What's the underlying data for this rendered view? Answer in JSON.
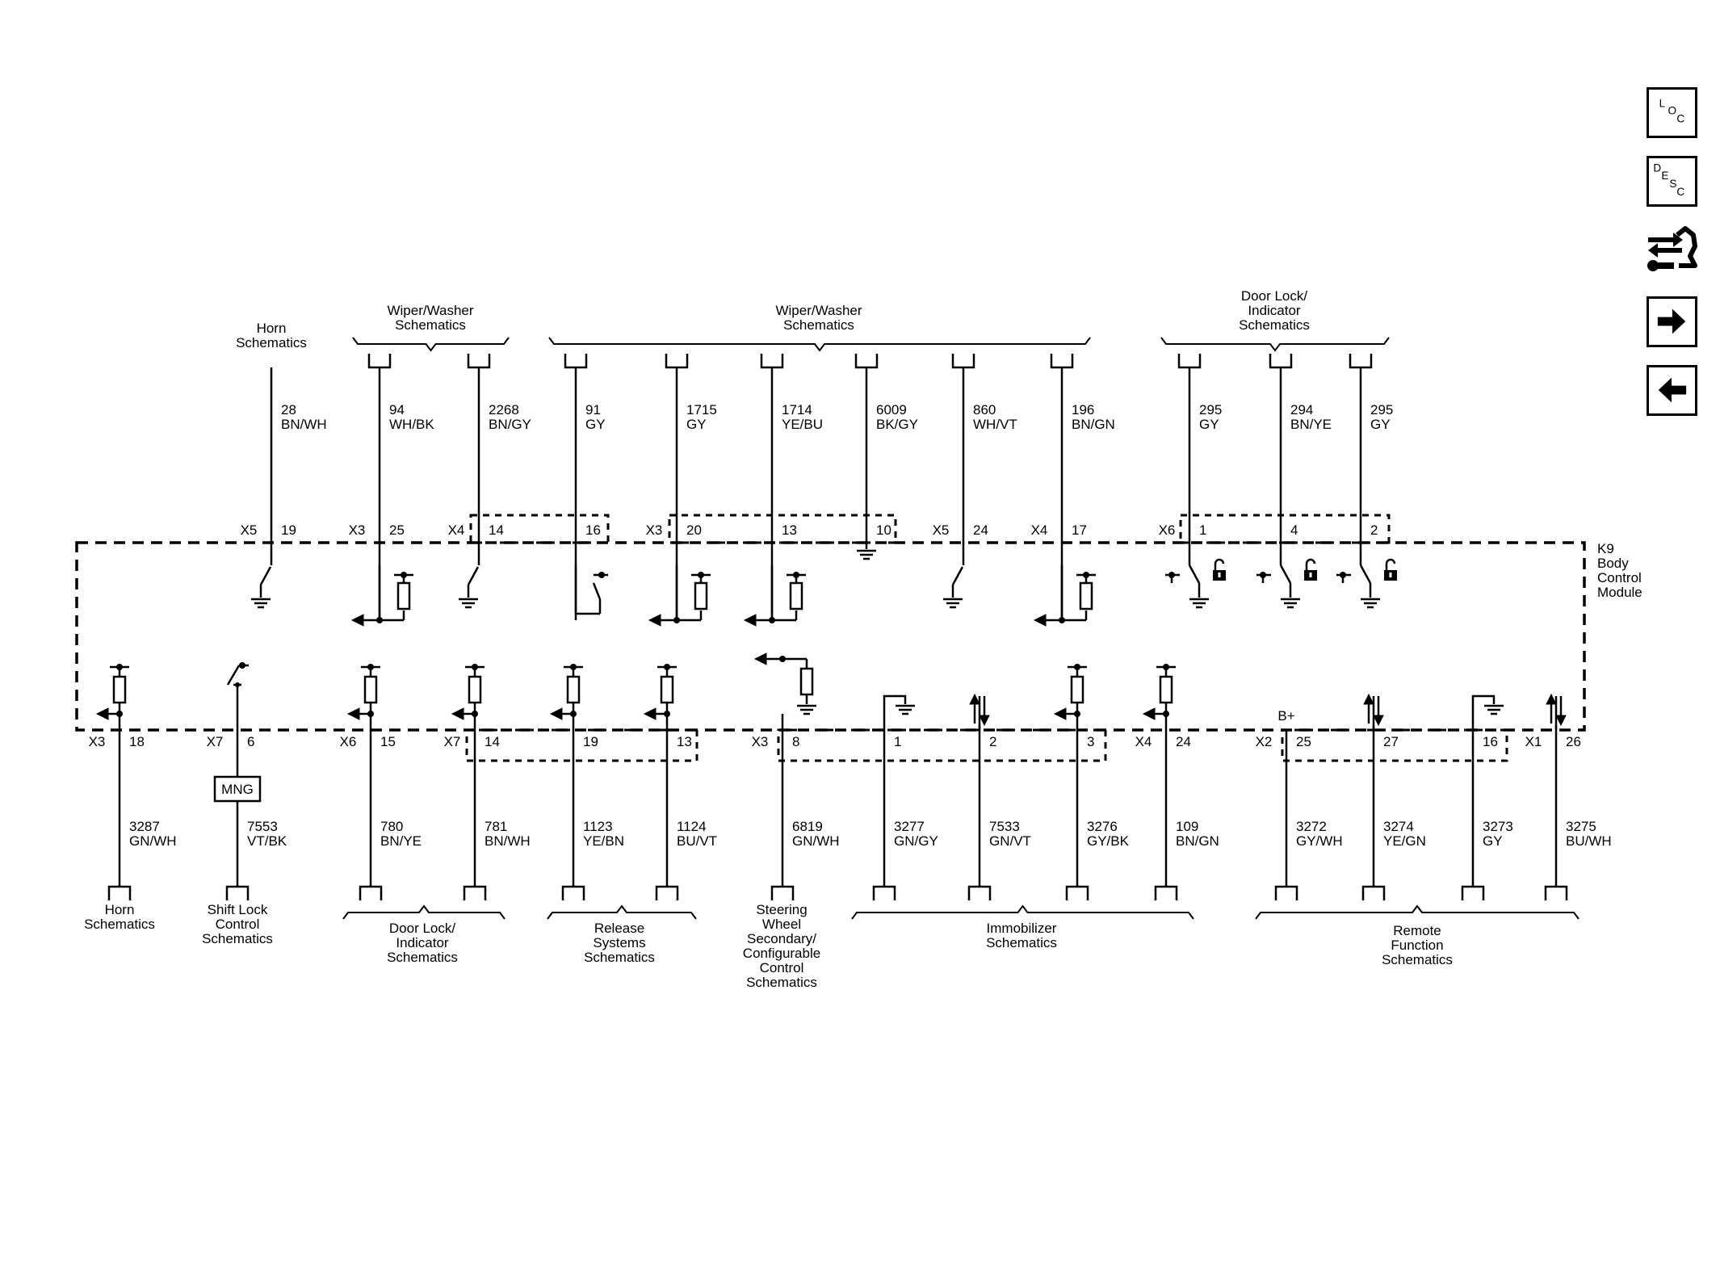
{
  "module": {
    "name_lines": [
      "K9",
      "Body",
      "Control",
      "Module"
    ]
  },
  "top": {
    "groups": [
      {
        "lines": [
          "Horn",
          "Schematics"
        ]
      },
      {
        "lines": [
          "Wiper/Washer",
          "Schematics"
        ]
      },
      {
        "lines": [
          "Wiper/Washer",
          "Schematics"
        ]
      },
      {
        "lines": [
          "Door Lock/",
          "Indicator",
          "Schematics"
        ]
      }
    ],
    "wires": [
      {
        "circuit": "28",
        "color": "BN/WH",
        "connector": "X5",
        "pin": "19"
      },
      {
        "circuit": "94",
        "color": "WH/BK",
        "connector": "X3",
        "pin": "25"
      },
      {
        "circuit": "2268",
        "color": "BN/GY",
        "connector": "X4",
        "pin": "14"
      },
      {
        "circuit": "91",
        "color": "GY",
        "connector": "",
        "pin": "16"
      },
      {
        "circuit": "1715",
        "color": "GY",
        "connector": "X3",
        "pin": "20"
      },
      {
        "circuit": "1714",
        "color": "YE/BU",
        "connector": "",
        "pin": "13"
      },
      {
        "circuit": "6009",
        "color": "BK/GY",
        "connector": "",
        "pin": "10"
      },
      {
        "circuit": "860",
        "color": "WH/VT",
        "connector": "X5",
        "pin": "24"
      },
      {
        "circuit": "196",
        "color": "BN/GN",
        "connector": "X4",
        "pin": "17"
      },
      {
        "circuit": "295",
        "color": "GY",
        "connector": "X6",
        "pin": "1"
      },
      {
        "circuit": "294",
        "color": "BN/YE",
        "connector": "",
        "pin": "4"
      },
      {
        "circuit": "295",
        "color": "GY",
        "connector": "",
        "pin": "2"
      }
    ]
  },
  "bottom": {
    "groups": [
      {
        "lines": [
          "Horn",
          "Schematics"
        ]
      },
      {
        "lines": [
          "Shift Lock",
          "Control",
          "Schematics"
        ]
      },
      {
        "lines": [
          "Door Lock/",
          "Indicator",
          "Schematics"
        ]
      },
      {
        "lines": [
          "Release",
          "Systems",
          "Schematics"
        ]
      },
      {
        "lines": [
          "Steering",
          "Wheel",
          "Secondary/",
          "Configurable",
          "Control",
          "Schematics"
        ]
      },
      {
        "lines": [
          "Immobilizer",
          "Schematics"
        ]
      },
      {
        "lines": [
          "Remote",
          "Function",
          "Schematics"
        ]
      }
    ],
    "wires": [
      {
        "circuit": "3287",
        "color": "GN/WH",
        "connector": "X3",
        "pin": "18"
      },
      {
        "circuit": "7553",
        "color": "VT/BK",
        "connector": "X7",
        "pin": "6"
      },
      {
        "circuit": "780",
        "color": "BN/YE",
        "connector": "X6",
        "pin": "15"
      },
      {
        "circuit": "781",
        "color": "BN/WH",
        "connector": "X7",
        "pin": "14"
      },
      {
        "circuit": "1123",
        "color": "YE/BN",
        "connector": "",
        "pin": "19"
      },
      {
        "circuit": "1124",
        "color": "BU/VT",
        "connector": "",
        "pin": "13"
      },
      {
        "circuit": "6819",
        "color": "GN/WH",
        "connector": "X3",
        "pin": "8"
      },
      {
        "circuit": "3277",
        "color": "GN/GY",
        "connector": "",
        "pin": "1"
      },
      {
        "circuit": "7533",
        "color": "GN/VT",
        "connector": "",
        "pin": "2"
      },
      {
        "circuit": "3276",
        "color": "GY/BK",
        "connector": "",
        "pin": "3"
      },
      {
        "circuit": "109",
        "color": "BN/GN",
        "connector": "X4",
        "pin": "24"
      },
      {
        "circuit": "3272",
        "color": "GY/WH",
        "connector": "X2",
        "pin": "25"
      },
      {
        "circuit": "3274",
        "color": "YE/GN",
        "connector": "",
        "pin": "27"
      },
      {
        "circuit": "3273",
        "color": "GY",
        "connector": "",
        "pin": "16"
      },
      {
        "circuit": "3275",
        "color": "BU/WH",
        "connector": "X1",
        "pin": "26"
      }
    ],
    "mng_label": "MNG",
    "bplus_label": "B+"
  },
  "sidebar": {
    "loc": [
      "L",
      "O",
      "C"
    ],
    "desc": [
      "D",
      "E",
      "S",
      "C"
    ]
  }
}
